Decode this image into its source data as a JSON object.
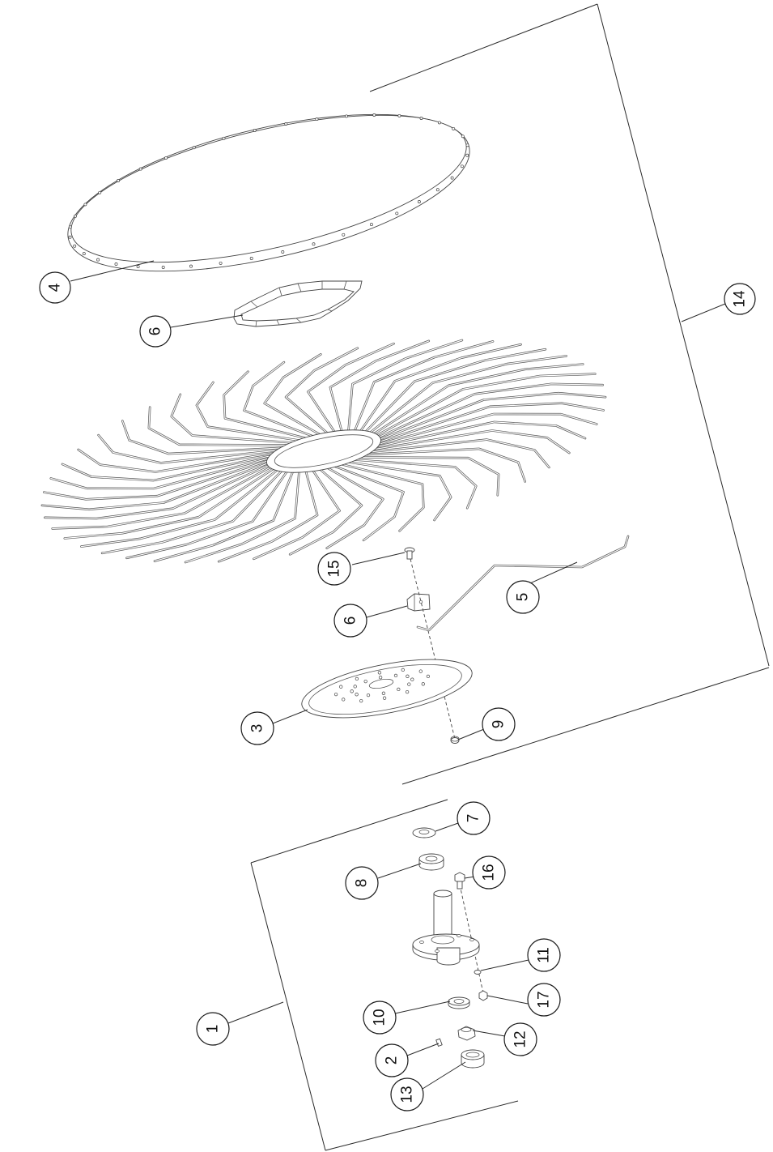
{
  "diagram": {
    "callouts": [
      {
        "id": "c4",
        "label": "4"
      },
      {
        "id": "c6a",
        "label": "6"
      },
      {
        "id": "c14",
        "label": "14"
      },
      {
        "id": "c15",
        "label": "15"
      },
      {
        "id": "c6b",
        "label": "6"
      },
      {
        "id": "c5",
        "label": "5"
      },
      {
        "id": "c3",
        "label": "3"
      },
      {
        "id": "c9",
        "label": "9"
      },
      {
        "id": "c7",
        "label": "7"
      },
      {
        "id": "c8",
        "label": "8"
      },
      {
        "id": "c16",
        "label": "16"
      },
      {
        "id": "c11",
        "label": "11"
      },
      {
        "id": "c1",
        "label": "1"
      },
      {
        "id": "c17",
        "label": "17"
      },
      {
        "id": "c10",
        "label": "10"
      },
      {
        "id": "c12",
        "label": "12"
      },
      {
        "id": "c2",
        "label": "2"
      },
      {
        "id": "c13",
        "label": "13"
      }
    ]
  }
}
